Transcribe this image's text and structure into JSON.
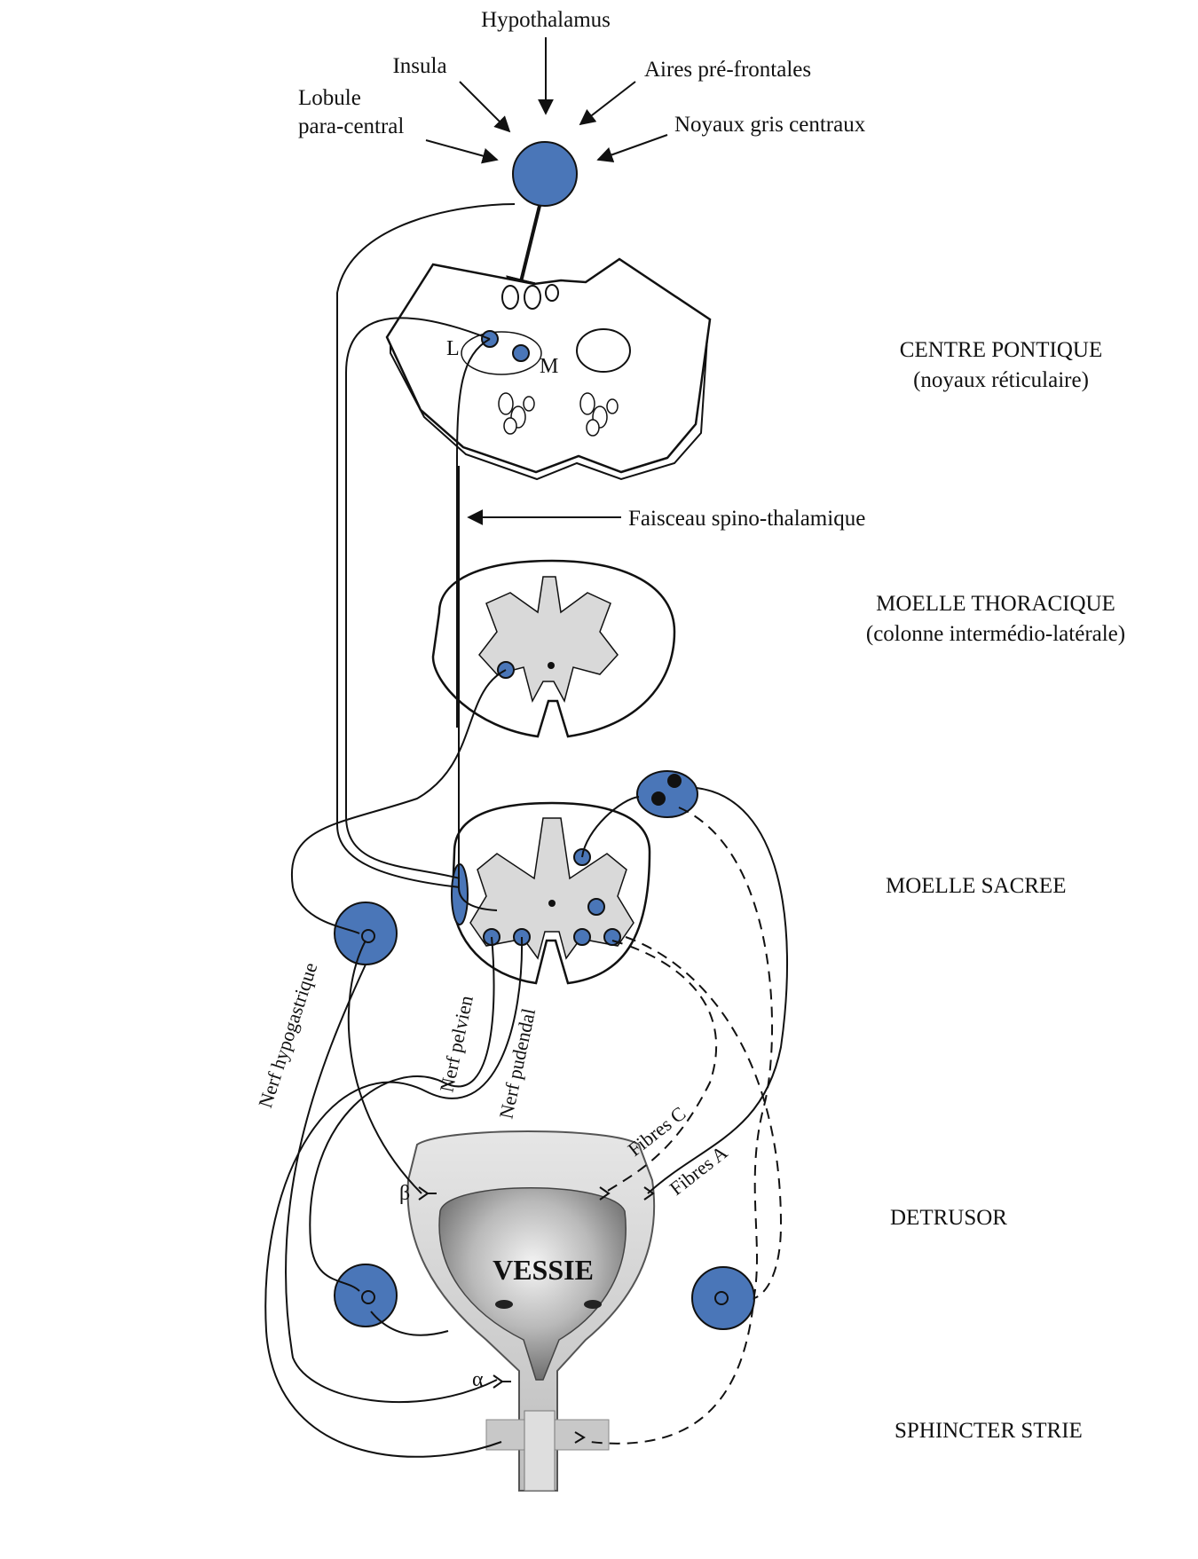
{
  "top_labels": {
    "hypothalamus": "Hypothalamus",
    "insula": "Insula",
    "aires_prefrontales": "Aires pré-frontales",
    "lobule_line1": "Lobule",
    "lobule_line2": "para-central",
    "noyaux_gris": "Noyaux gris centraux"
  },
  "levels": {
    "pontique_title": "CENTRE PONTIQUE",
    "pontique_sub": "(noyaux réticulaire)",
    "thoracique_title": "MOELLE THORACIQUE",
    "thoracique_sub": "(colonne intermédio-latérale)",
    "sacree_title": "MOELLE SACREE",
    "detrusor_title": "DETRUSOR",
    "sphincter_title": "SPHINCTER STRIE"
  },
  "pons_markers": {
    "l": "L",
    "m": "M"
  },
  "tract_label": "Faisceau spino-thalamique",
  "nerves": {
    "hypogastrique": "Nerf hypogastrique",
    "pelvien": "Nerf pelvien",
    "pudendal": "Nerf pudendal",
    "fibres_c": "Fibres C",
    "fibres_a": "Fibres A"
  },
  "receptors": {
    "beta": "β",
    "alpha": "α"
  },
  "organ": {
    "vessie": "VESSIE"
  },
  "colors": {
    "neuron_fill": "#4a76b8",
    "bladder_grey": "#9a9a9a"
  }
}
